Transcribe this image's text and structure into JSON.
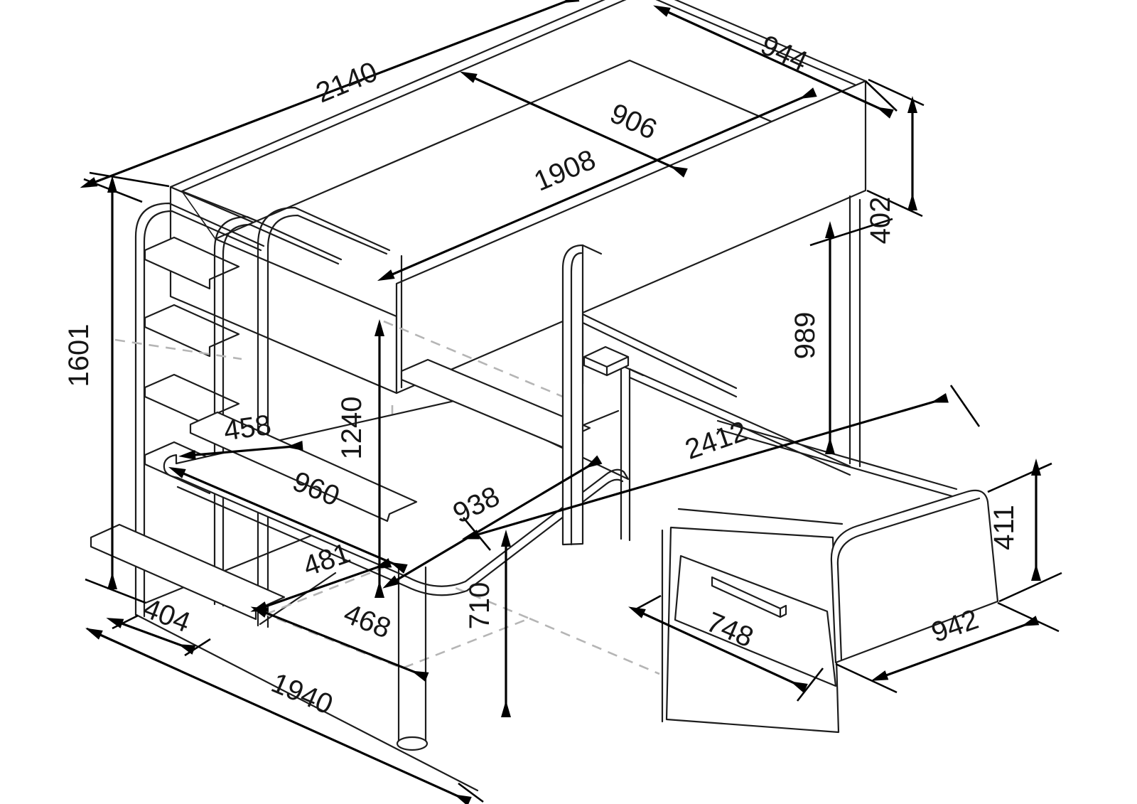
{
  "drawing": {
    "type": "furniture-technical-drawing",
    "subject": "loft bed with bookshelf, corner desk and lower bed with drawer",
    "units": "mm",
    "line_color": "#1c1c1c",
    "dimension_color": "#000000",
    "hidden_line_color": "#b5b5b5",
    "background": "#ffffff"
  },
  "dimensions": {
    "upper_bed_length": "2140",
    "upper_bed_width": "944",
    "mattress_length": "1908",
    "mattress_width": "906",
    "upper_rail_height": "402",
    "total_height": "1601",
    "underbed_clearance": "989",
    "desk_to_bunk_height": "1240",
    "desk_shelf_depth": "458",
    "desk_length": "960",
    "desk_return_length": "938",
    "desk_corner_depth": "481",
    "desk_corner_width": "468",
    "desk_height": "710",
    "shelf_depth": "404",
    "footprint_depth": "1940",
    "total_length": "2412",
    "drawer_width": "748",
    "lower_bed_width": "942",
    "lower_bed_height": "411"
  }
}
